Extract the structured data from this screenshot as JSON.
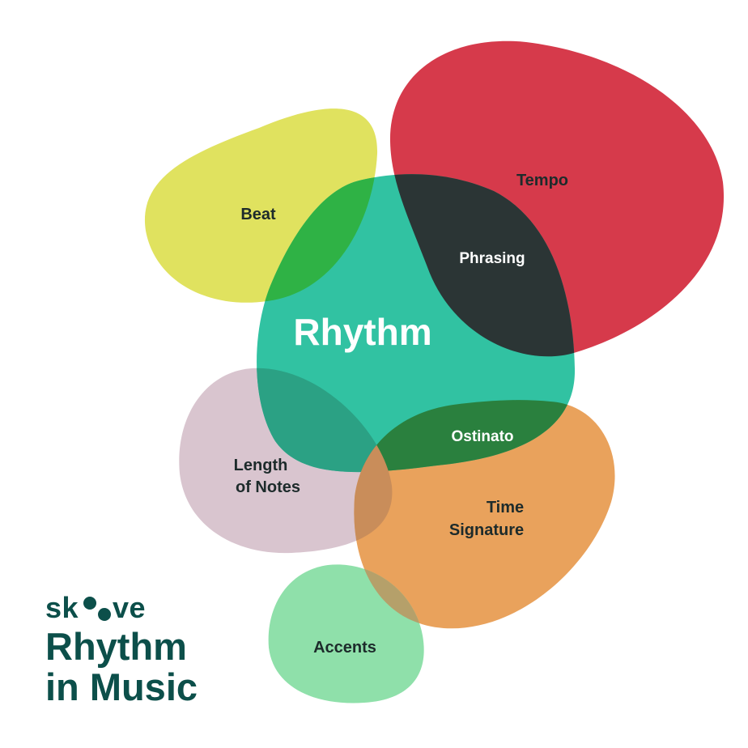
{
  "diagram": {
    "center": {
      "label": "Rhythm",
      "color": "#1fbd9a"
    },
    "blobs": {
      "beat": {
        "label": "Beat",
        "color": "#e0e25f"
      },
      "tempo": {
        "label": "Tempo",
        "color": "#d63a4b"
      },
      "length": {
        "label_line1": "Length",
        "label_line2": "of Notes",
        "color": "#d9c5cf"
      },
      "time_signature": {
        "label_line1": "Time",
        "label_line2": "Signature",
        "color": "#e9a25c"
      },
      "accents": {
        "label": "Accents",
        "color": "#8fe0aa"
      }
    },
    "overlaps": {
      "phrasing": {
        "label": "Phrasing",
        "color": "#2b3535"
      },
      "ostinato": {
        "label": "Ostinato",
        "color": "#2a803e"
      }
    }
  },
  "brand": {
    "name": "skoove",
    "title_line1": "Rhythm",
    "title_line2": "in Music",
    "color": "#0c4f4a"
  }
}
